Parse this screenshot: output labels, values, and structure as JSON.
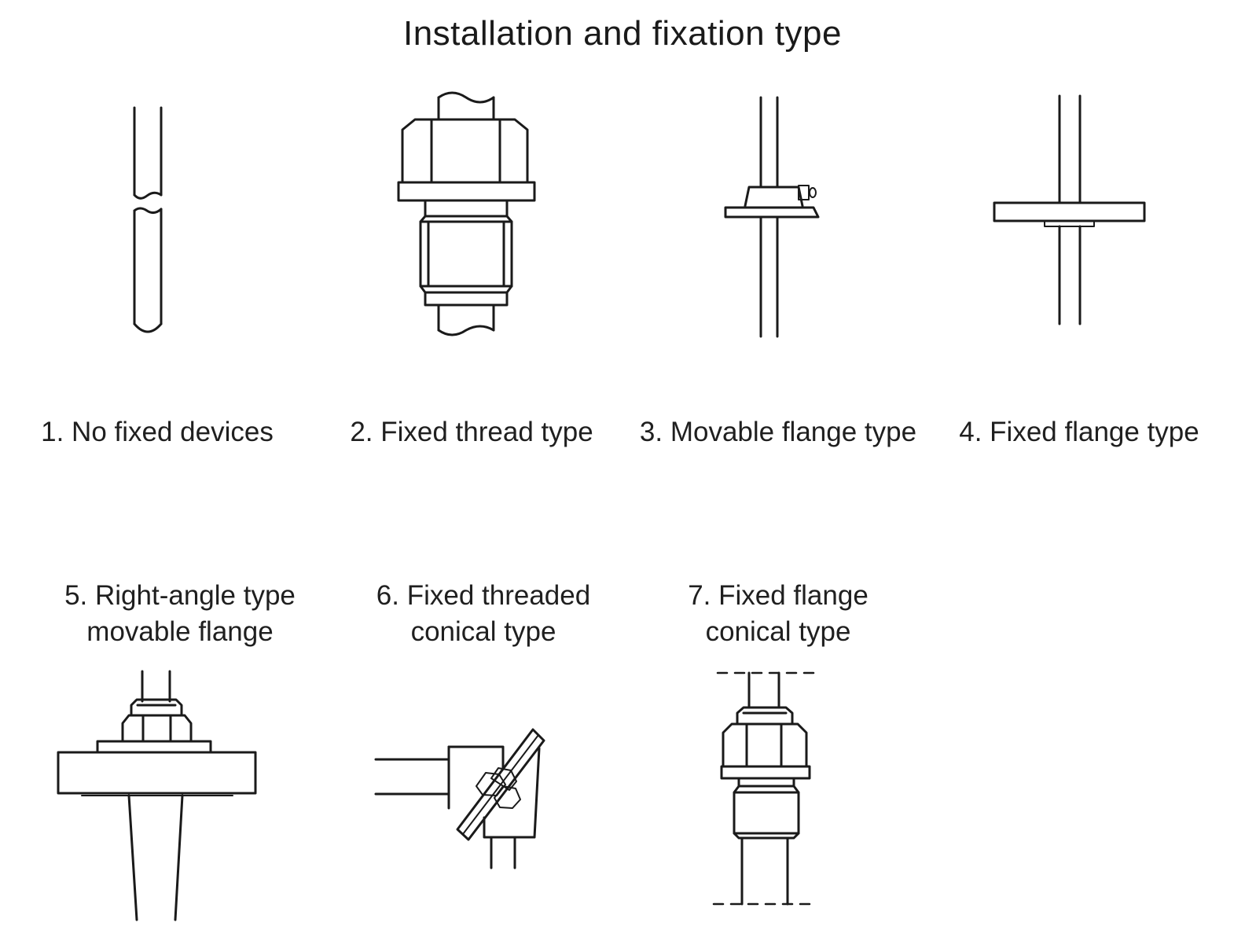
{
  "title": "Installation and fixation type",
  "types": [
    {
      "number": "1",
      "lines": [
        "1. No fixed devices"
      ]
    },
    {
      "number": "2",
      "lines": [
        "2. Fixed thread type"
      ]
    },
    {
      "number": "3",
      "lines": [
        "3. Movable flange type"
      ]
    },
    {
      "number": "4",
      "lines": [
        "4. Fixed flange type"
      ]
    },
    {
      "number": "5",
      "lines": [
        "5. Right-angle type",
        "movable flange"
      ]
    },
    {
      "number": "6",
      "lines": [
        "6. Fixed threaded",
        "conical type"
      ]
    },
    {
      "number": "7",
      "lines": [
        "7. Fixed flange",
        "conical type"
      ]
    }
  ]
}
